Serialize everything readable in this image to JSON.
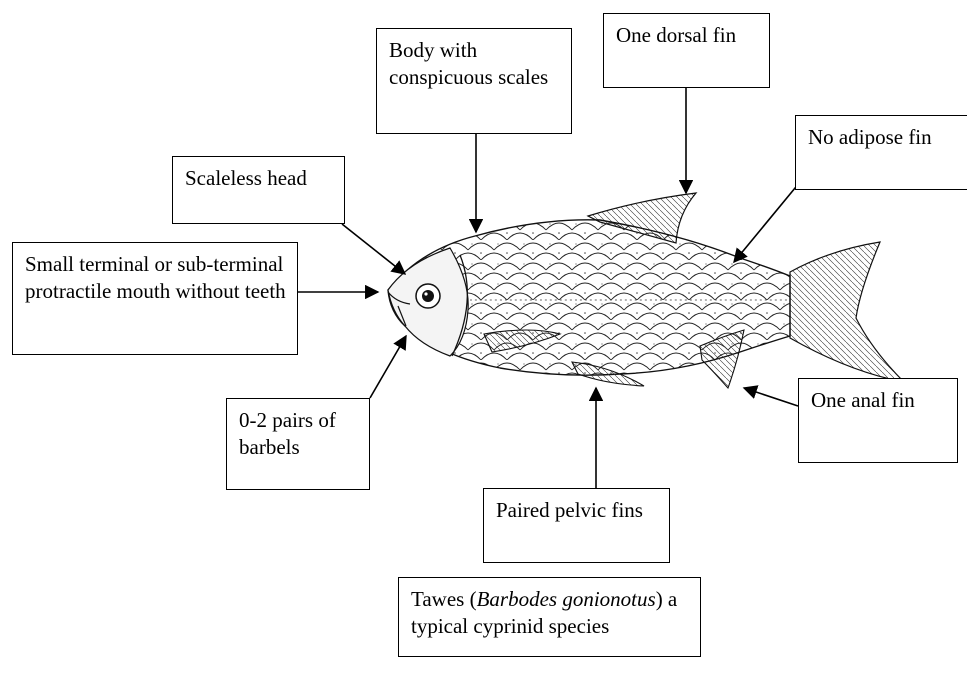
{
  "labels": {
    "body_scales": "Body with conspicuous scales",
    "dorsal_fin": "One dorsal fin",
    "adipose_fin": "No adipose fin",
    "scaleless_head": "Scaleless head",
    "mouth": "Small terminal or sub-terminal protractile mouth without teeth",
    "barbels": "0-2 pairs of barbels",
    "pelvic_fins": "Paired pelvic fins",
    "anal_fin": "One anal fin"
  },
  "caption": {
    "prefix": "Tawes (",
    "species": "Barbodes gonionotus",
    "suffix": ") a typical cyprinid species"
  }
}
